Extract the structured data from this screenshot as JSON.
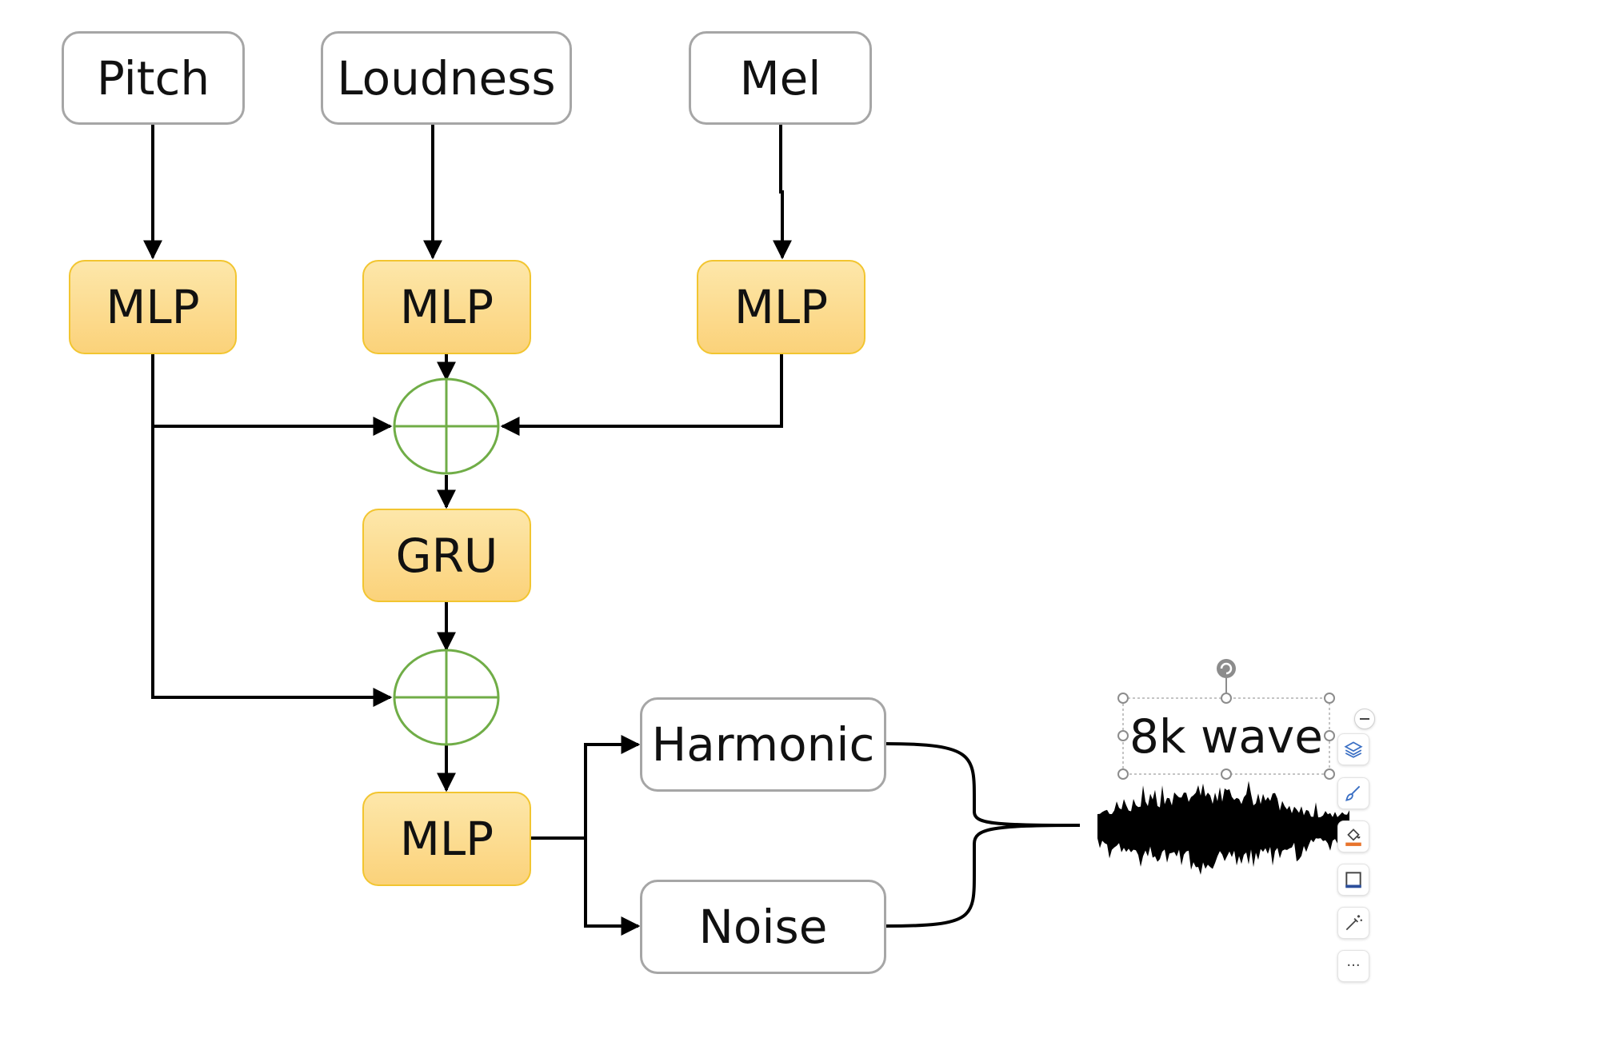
{
  "nodes": {
    "pitch": "Pitch",
    "loudness": "Loudness",
    "mel": "Mel",
    "mlp_pitch": "MLP",
    "mlp_loudness": "MLP",
    "mlp_mel": "MLP",
    "gru": "GRU",
    "mlp_out": "MLP",
    "harmonic": "Harmonic",
    "noise": "Noise"
  },
  "selected_text": "8k wave",
  "toolbar": {
    "more_label": "···",
    "icons": [
      "minus-icon",
      "layers-icon",
      "brush-icon",
      "fill-icon",
      "border-icon",
      "magic-wand-icon",
      "more-icon"
    ]
  },
  "colors": {
    "block_fill": "#fbd27a",
    "block_border": "#f2c530",
    "plus_circle": "#70ad47",
    "input_border": "#a6a6a6"
  }
}
